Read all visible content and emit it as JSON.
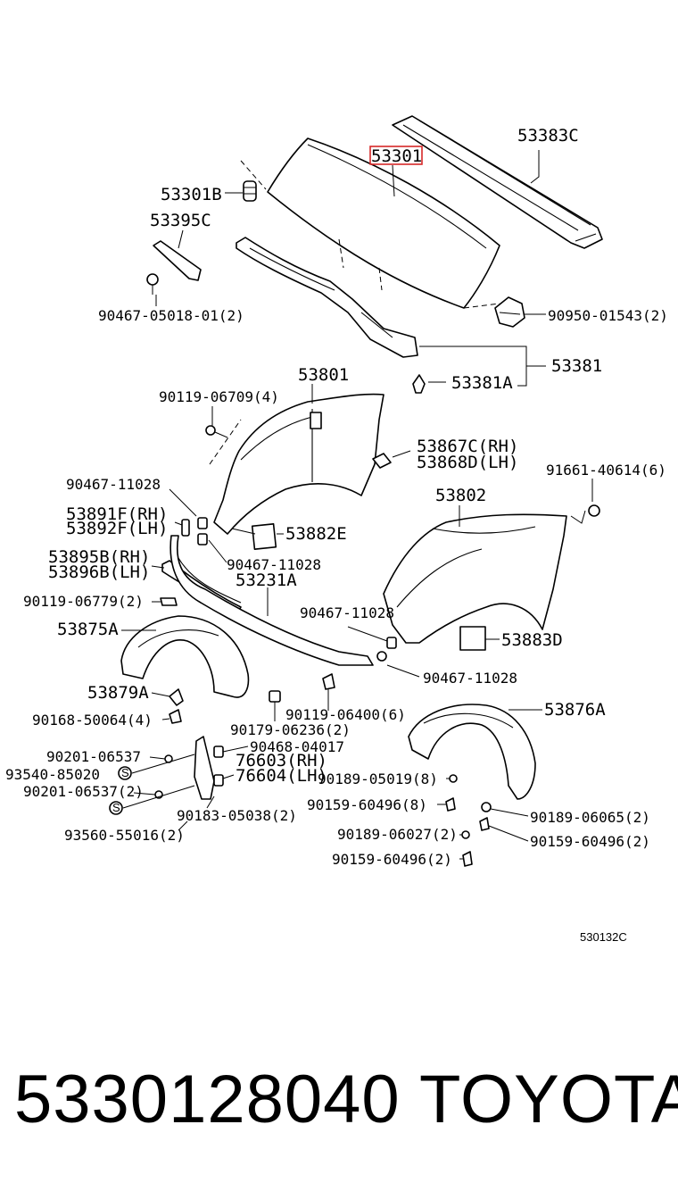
{
  "highlight_color": "#d62828",
  "figure_id": "530132C",
  "footer": {
    "part_number": "5330128040",
    "brand": "TOYOTA"
  },
  "labels": {
    "l53383C": "53383C",
    "l53301": "53301",
    "l53301B": "53301B",
    "l53395C": "53395C",
    "l90467_05018": "90467-05018-01(2)",
    "l90950_01543": "90950-01543(2)",
    "l53381": "53381",
    "l53381A": "53381A",
    "l53801": "53801",
    "l90119_06709": "90119-06709(4)",
    "l53867C": "53867C(RH)",
    "l53868D": "53868D(LH)",
    "l91661_40614": "91661-40614(6)",
    "l90467_11028_a": "90467-11028",
    "l53891F": "53891F(RH)",
    "l53892F": "53892F(LH)",
    "l53882E": "53882E",
    "l53802": "53802",
    "l53895B": "53895B(RH)",
    "l53896B": "53896B(LH)",
    "l90467_11028_b": "90467-11028",
    "l53231A": "53231A",
    "l90119_06779": "90119-06779(2)",
    "l90467_11028_c": "90467-11028",
    "l53875A": "53875A",
    "l53883D": "53883D",
    "l90467_11028_d": "90467-11028",
    "l53879A": "53879A",
    "l90168_50064": "90168-50064(4)",
    "l90179_06236": "90179-06236(2)",
    "l90119_06400": "90119-06400(6)",
    "l53876A": "53876A",
    "l90201_06537_a": "90201-06537",
    "l90468_04017": "90468-04017",
    "l76603": "76603(RH)",
    "l93540_85020": "93540-85020",
    "l76604": "76604(LH)",
    "l90189_05019": "90189-05019(8)",
    "l90201_06537_b": "90201-06537(2)",
    "l90159_60496_a": "90159-60496(8)",
    "l90189_06065": "90189-06065(2)",
    "l90183_05038": "90183-05038(2)",
    "l93560_55016": "93560-55016(2)",
    "l90189_06027": "90189-06027(2)",
    "l90159_60496_b": "90159-60496(2)",
    "l90159_60496_c": "90159-60496(2)"
  }
}
